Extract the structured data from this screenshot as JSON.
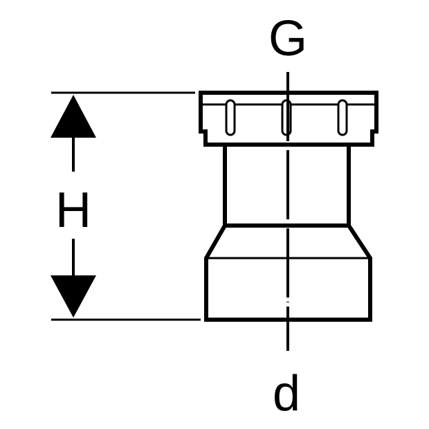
{
  "labels": {
    "thread": "G",
    "height": "H",
    "diameter": "d"
  },
  "colors": {
    "stroke": "#000000",
    "background": "#ffffff"
  }
}
